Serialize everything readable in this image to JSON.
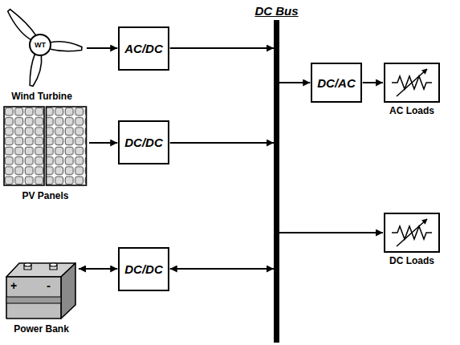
{
  "diagram": {
    "nodes": [
      {
        "text": [
          "DC Bus"
        ]
      },
      {
        "text": [
          "WT",
          "Wind Turbine"
        ]
      },
      {
        "text": [
          "AC/DC"
        ]
      },
      {
        "text": [
          "DC/AC"
        ]
      },
      {
        "text": [
          "AC Loads"
        ]
      },
      {
        "text": [
          "PV Panels"
        ]
      },
      {
        "text": [
          "DC/DC"
        ]
      },
      {
        "text": [
          "DC Loads"
        ]
      },
      {
        "text": [
          "Power Bank"
        ]
      },
      {
        "text": [
          "DC/DC"
        ]
      }
    ],
    "edges": [
      {
        "from": 1,
        "to": 2,
        "arrow": "to"
      },
      {
        "from": 2,
        "to": 0,
        "arrow": "to"
      },
      {
        "from": 0,
        "to": 3,
        "arrow": "to"
      },
      {
        "from": 3,
        "to": 4,
        "arrow": "to"
      },
      {
        "from": 5,
        "to": 6,
        "arrow": "to"
      },
      {
        "from": 6,
        "to": 0,
        "arrow": "to"
      },
      {
        "from": 0,
        "to": 7,
        "arrow": "to"
      },
      {
        "from": 8,
        "to": 9,
        "arrow": "both"
      },
      {
        "from": 9,
        "to": 0,
        "arrow": "both"
      }
    ],
    "labels": [
      "+",
      "-"
    ]
  }
}
